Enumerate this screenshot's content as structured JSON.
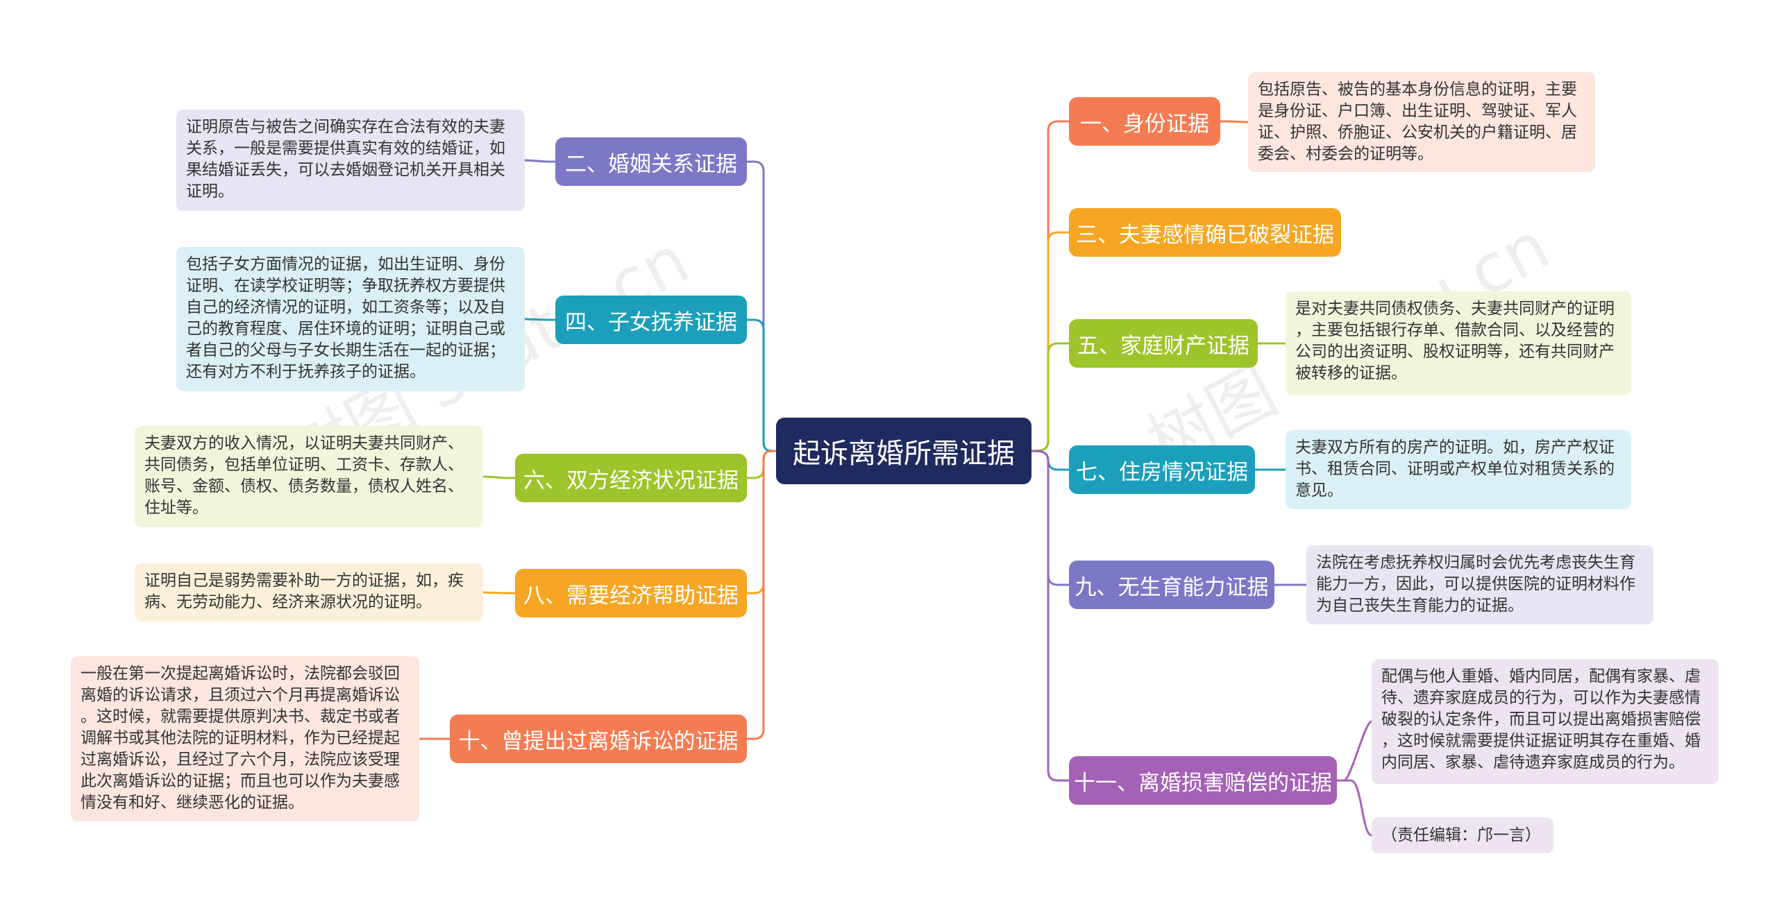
{
  "center": {
    "label": "起诉离婚所需证据"
  },
  "watermark": "树图 shutu.cn",
  "topics": [
    {
      "id": "t1",
      "label": "一、身份证据",
      "color": "#f47c52",
      "note_bg": "#fce6de",
      "note_lines": [
        "包括原告、被告的基本身份信息的证明，主要",
        "是身份证、户口簿、出生证明、驾驶证、军人",
        "证、护照、侨胞证、公安机关的户籍证明、居",
        "委会、村委会的证明等。"
      ]
    },
    {
      "id": "t2",
      "label": "二、婚姻关系证据",
      "color": "#7d78c6",
      "note_bg": "#e6e5f3",
      "note_lines": [
        "证明原告与被告之间确实存在合法有效的夫妻",
        "关系，一般是需要提供真实有效的结婚证，如",
        "果结婚证丢失，可以去婚姻登记机关开具相关",
        "证明。"
      ]
    },
    {
      "id": "t3",
      "label": "三、夫妻感情确已破裂证据",
      "color": "#f6a623",
      "note_bg": "",
      "note_lines": []
    },
    {
      "id": "t4",
      "label": "四、子女抚养证据",
      "color": "#1c9fbb",
      "note_bg": "#daf0f6",
      "note_lines": [
        "包括子女方面情况的证据，如出生证明、身份",
        "证明、在读学校证明等；争取抚养权方要提供",
        "自己的经济情况的证明，如工资条等；以及自",
        "己的教育程度、居住环境的证明；证明自己或",
        "者自己的父母与子女长期生活在一起的证据；",
        "还有对方不利于抚养孩子的证据。"
      ]
    },
    {
      "id": "t5",
      "label": "五、家庭财产证据",
      "color": "#9ec42b",
      "note_bg": "#f0f6dc",
      "note_lines": [
        "是对夫妻共同债权债务、夫妻共同财产的证明",
        "，主要包括银行存单、借款合同、以及经营的",
        "公司的出资证明、股权证明等，还有共同财产",
        "被转移的证据。"
      ]
    },
    {
      "id": "t6",
      "label": "六、双方经济状况证据",
      "color": "#9ec42b",
      "note_bg": "#f0f6dc",
      "note_lines": [
        "夫妻双方的收入情况，以证明夫妻共同财产、",
        "共同债务，包括单位证明、工资卡、存款人、",
        "账号、金额、债权、债务数量，债权人姓名、",
        "住址等。"
      ]
    },
    {
      "id": "t7",
      "label": "七、住房情况证据",
      "color": "#1c9fbb",
      "note_bg": "#daf0f6",
      "note_lines": [
        "夫妻双方所有的房产的证明。如，房产产权证",
        "书、租赁合同、证明或产权单位对租赁关系的",
        "意见。"
      ]
    },
    {
      "id": "t8",
      "label": "八、需要经济帮助证据",
      "color": "#f6a623",
      "note_bg": "#fdf0da",
      "note_lines": [
        "证明自己是弱势需要补助一方的证据，如，疾",
        "病、无劳动能力、经济来源状况的证明。"
      ]
    },
    {
      "id": "t9",
      "label": "九、无生育能力证据",
      "color": "#7d78c6",
      "note_bg": "#e6e5f3",
      "note_lines": [
        "法院在考虑抚养权归属时会优先考虑丧失生育",
        "能力一方，因此，可以提供医院的证明材料作",
        "为自己丧失生育能力的证据。"
      ]
    },
    {
      "id": "t10",
      "label": "十、曾提出过离婚诉讼的证据",
      "color": "#f47c52",
      "note_bg": "#fce6de",
      "note_lines": [
        "一般在第一次提起离婚诉讼时，法院都会驳回",
        "离婚的诉讼请求，且须过六个月再提离婚诉讼",
        "。这时候，就需要提供原判决书、裁定书或者",
        "调解书或其他法院的证明材料，作为已经提起",
        "过离婚诉讼，且经过了六个月，法院应该受理",
        "此次离婚诉讼的证据；而且也可以作为夫妻感",
        "情没有和好、继续恶化的证据。"
      ]
    },
    {
      "id": "t11",
      "label": "十一、离婚损害赔偿的证据",
      "color": "#a461b5",
      "note_bg": "#ede3f1",
      "note_lines": [
        "配偶与他人重婚、婚内同居，配偶有家暴、虐",
        "待、遗弃家庭成员的行为，可以作为夫妻感情",
        "破裂的认定条件，而且可以提出离婚损害赔偿",
        "，这时候就需要提供证据证明其存在重婚、婚",
        "内同居、家暴、虐待遗弃家庭成员的行为。"
      ],
      "extra_note": "（责任编辑：邝一言）"
    }
  ]
}
